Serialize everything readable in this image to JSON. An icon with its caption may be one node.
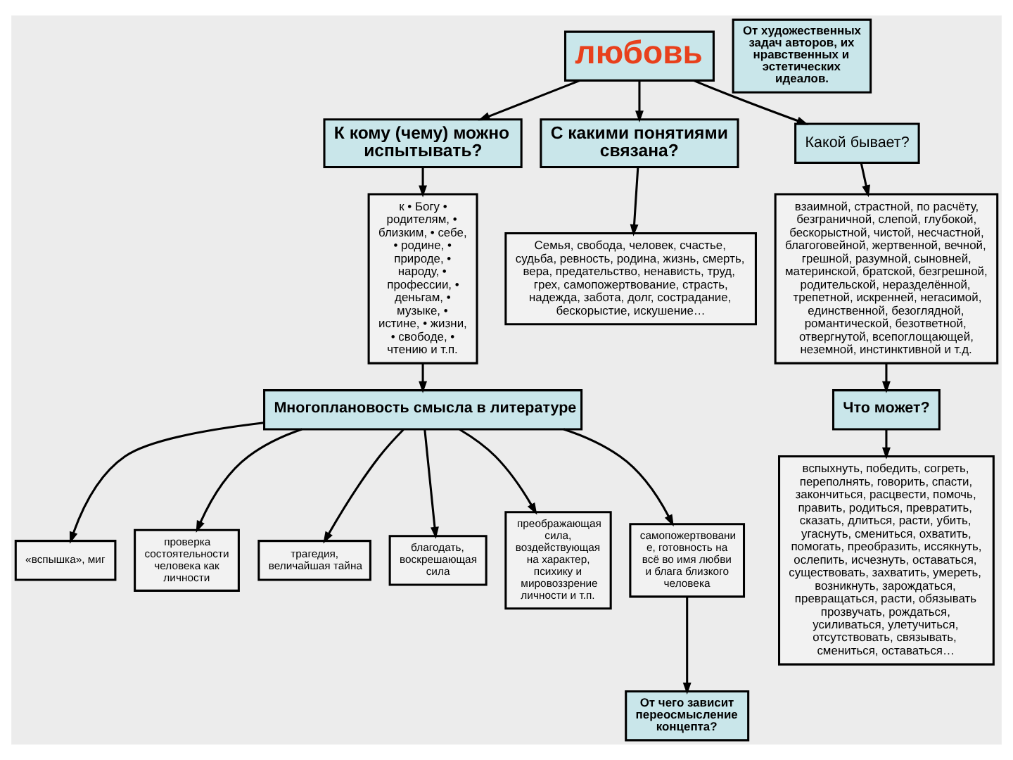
{
  "diagram": {
    "nodes": [
      {
        "text": [
          "любовь"
        ]
      },
      {
        "text": [
          "К кому (чему) можно испытывать?"
        ]
      },
      {
        "text": [
          "к • Богу • родителям, • близким, • себе, • родине, • природе, • народу, • профессии, • деньгам, • музыке, • истине, • жизни, • свободе, • чтению и т.п."
        ]
      },
      {
        "text": [
          "С какими понятиями связана?"
        ]
      },
      {
        "text": [
          "Семья, свобода, человек, счастье, судьба, ревность, родина, жизнь, смерть, вера, предательство, ненависть, труд, грех, самопожертвование, страсть, надежда, забота, долг, сострадание, бескорыстие, искушение…"
        ]
      },
      {
        "text": [
          "Какой бывает?"
        ]
      },
      {
        "text": [
          "взаимной, страстной, по расчёту, безграничной, слепой, глубокой, бескорыстной, чистой, несчастной, благоговейной, жертвенной, вечной, грешной, разумной, сыновней, материнской, братской, безгрешной, родительской, неразделённой, трепетной, искренней, негасимой, единственной, безоглядной, романтической, безответной, отвергнутой, всепоглощающей, неземной, инстинктивной и т.д."
        ]
      },
      {
        "text": [
          "Что может?"
        ]
      },
      {
        "text": [
          "вспыхнуть, победить, согреть, переполнять, говорить, спасти, закончиться, расцвести, помочь, править, родиться, превратить, сказать, длиться, расти, убить, угаснуть, смениться, охватить, помогать, преобразить, иссякнуть, ослепить, исчезнуть, оставаться, существовать, захватить, умереть, возникнуть, зарождаться, превращаться, расти, обязывать прозвучать, рождаться, усиливаться, улетучиться, отсутствовать, связывать, смениться, оставаться…"
        ]
      },
      {
        "text": [
          "Многоплановость смысла в литературе"
        ]
      },
      {
        "text": [
          "«вспышка», миг"
        ]
      },
      {
        "text": [
          "проверка состоятельности человека как личности"
        ]
      },
      {
        "text": [
          "трагедия, величайшая тайна"
        ]
      },
      {
        "text": [
          "благодать, воскрешающая сила"
        ]
      },
      {
        "text": [
          "преображающая сила, воздействующая на характер, психику и мировоззрение личности и т.п."
        ]
      },
      {
        "text": [
          "самопожертвование, готовность на всё во имя любви и блага близкого человека"
        ]
      },
      {
        "text": [
          "От чего зависит переосмысление концепта?"
        ]
      },
      {
        "text": [
          "От художественных задач авторов, их нравственных и эстетических идеалов."
        ]
      }
    ],
    "edges": [
      {
        "from": 0,
        "to": 1,
        "arrow": "to"
      },
      {
        "from": 1,
        "to": 2,
        "arrow": "to"
      },
      {
        "from": 0,
        "to": 3,
        "arrow": "to"
      },
      {
        "from": 3,
        "to": 4,
        "arrow": "to"
      },
      {
        "from": 0,
        "to": 5,
        "arrow": "to"
      },
      {
        "from": 5,
        "to": 6,
        "arrow": "to"
      },
      {
        "from": 6,
        "to": 7,
        "arrow": "to"
      },
      {
        "from": 7,
        "to": 8,
        "arrow": "to"
      },
      {
        "from": 2,
        "to": 9,
        "arrow": "to"
      },
      {
        "from": 9,
        "to": 10,
        "arrow": "to"
      },
      {
        "from": 9,
        "to": 11,
        "arrow": "to"
      },
      {
        "from": 9,
        "to": 12,
        "arrow": "to"
      },
      {
        "from": 9,
        "to": 13,
        "arrow": "to"
      },
      {
        "from": 9,
        "to": 14,
        "arrow": "to"
      },
      {
        "from": 9,
        "to": 15,
        "arrow": "to"
      },
      {
        "from": 15,
        "to": 16,
        "arrow": "to"
      }
    ]
  }
}
